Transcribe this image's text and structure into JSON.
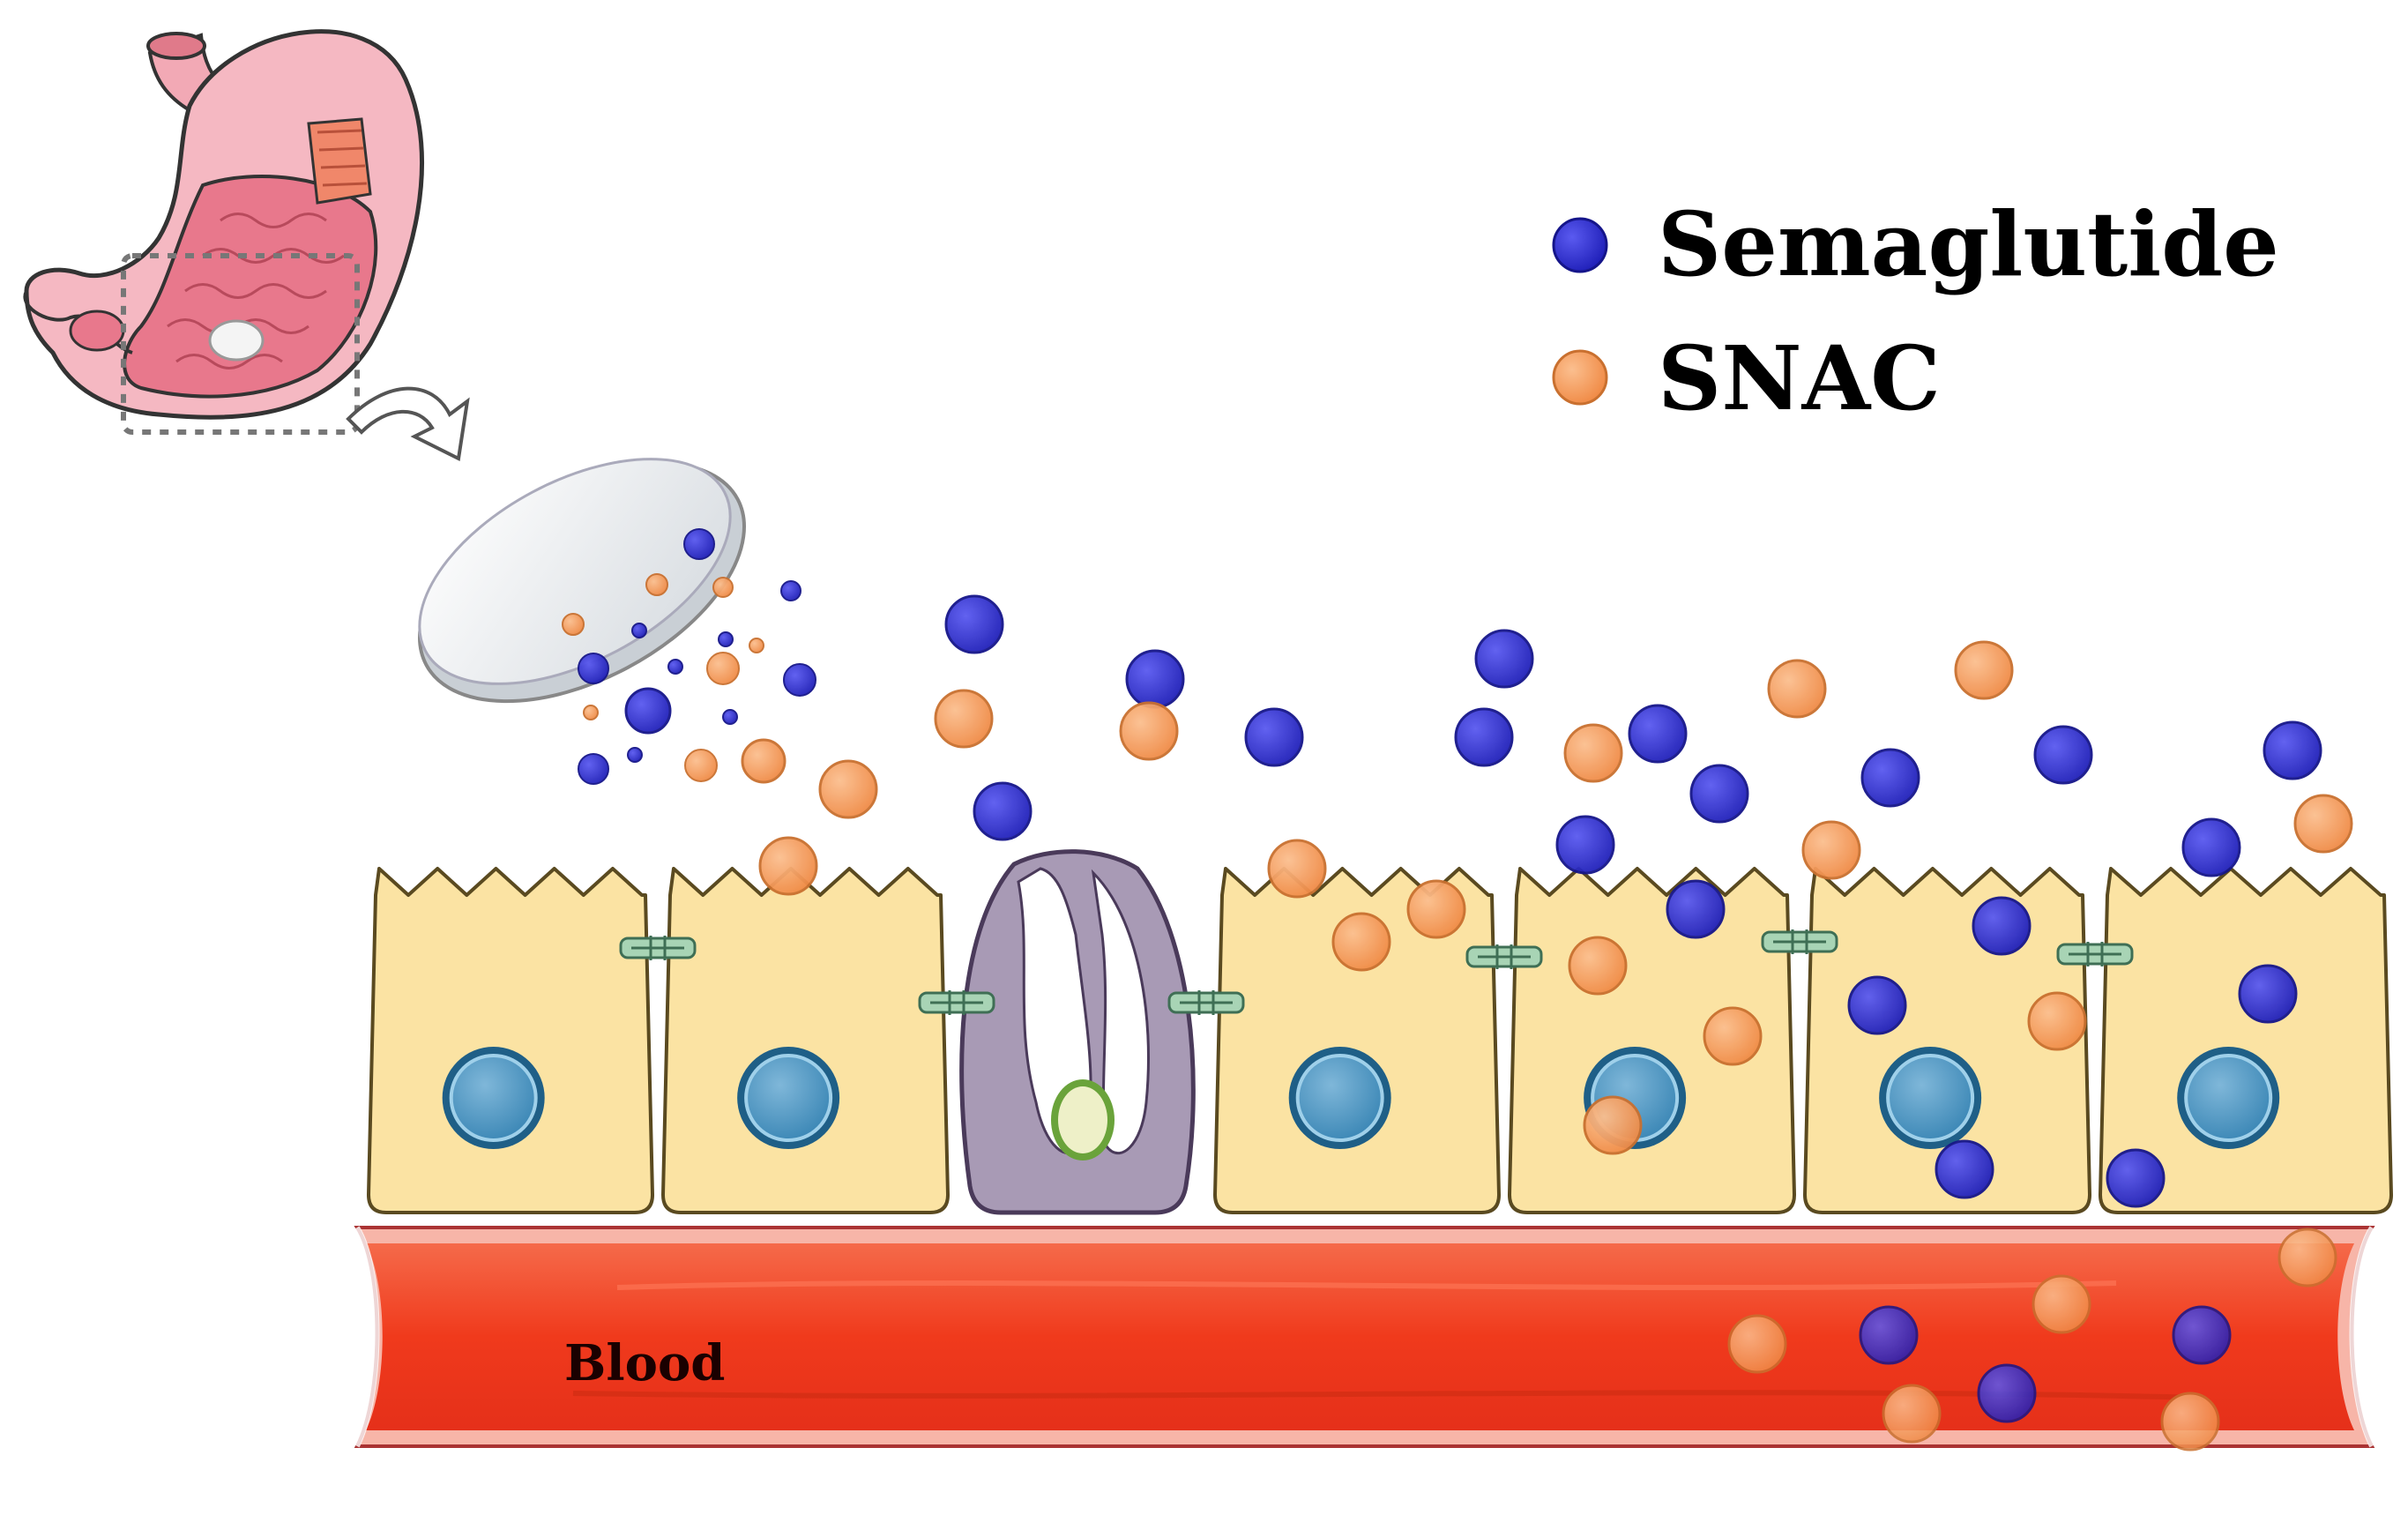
{
  "legend": {
    "items": [
      {
        "label": "Semaglutide",
        "color": "#1f1fb8"
      },
      {
        "label": "SNAC",
        "color": "#f59a5a"
      }
    ]
  },
  "labels": {
    "blood": "Blood"
  },
  "colors": {
    "epithelial_cell": "#fbe3a3",
    "goblet_cell": "#a89ab5",
    "nucleus": "#3a86b5",
    "blood_vessel": "#f03a1c",
    "stomach": "#f2a9b5",
    "tablet": "#e9ecef",
    "tight_junction": "#a8d4b5"
  },
  "icons": [
    "stomach-icon",
    "tablet-icon",
    "curved-arrow-icon"
  ]
}
